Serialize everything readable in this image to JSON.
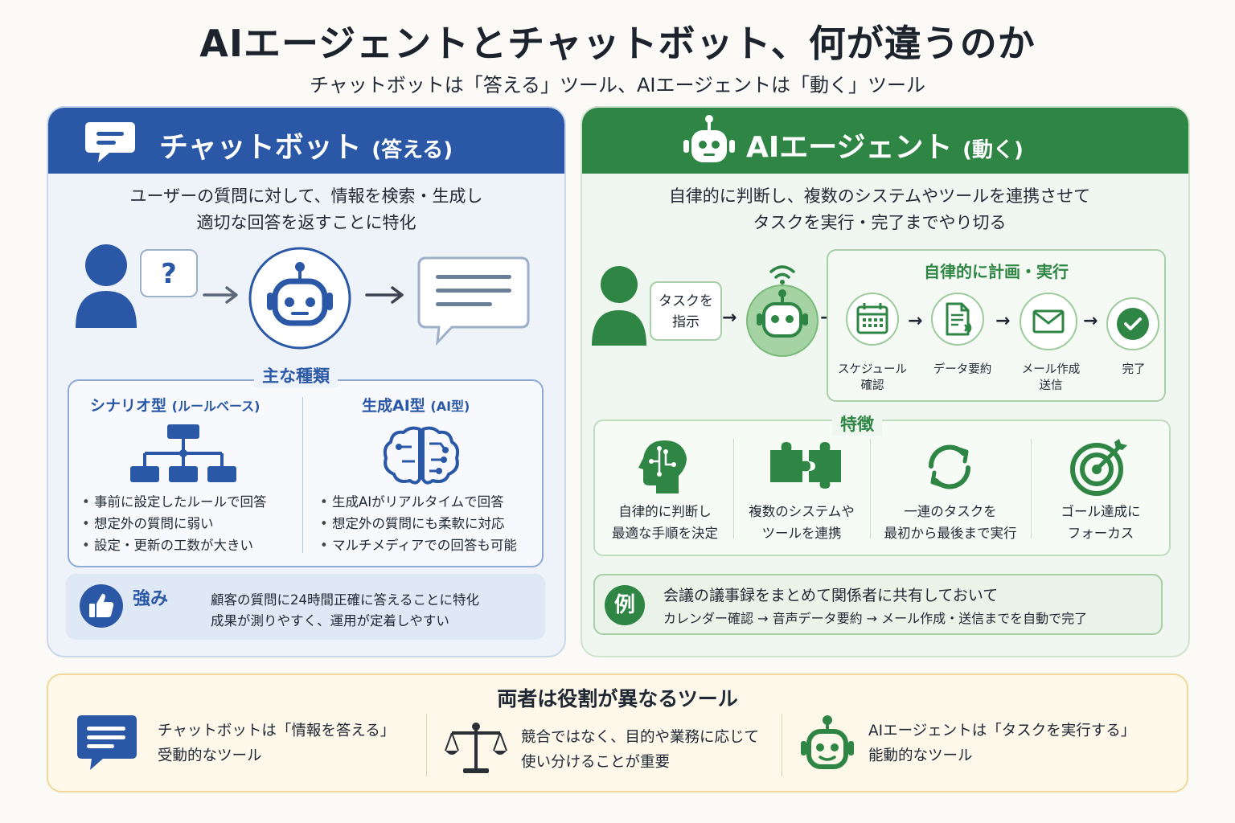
{
  "header": {
    "title": "AIエージェントとチャットボット、何が違うのか",
    "subtitle": "チャットボットは「答える」ツール、AIエージェントは「動く」ツール"
  },
  "chatbot": {
    "heading": "チャットボット",
    "heading_sub": "(答える)",
    "lead_line1": "ユーザーの質問に対して、情報を検索・生成し",
    "lead_line2": "適切な回答を返すことに特化",
    "question_mark": "?",
    "types_label": "主な種類",
    "scenario": {
      "title": "シナリオ型",
      "title_sub": "(ルールベース)",
      "bullets": [
        "事前に設定したルールで回答",
        "想定外の質問に弱い",
        "設定・更新の工数が大きい"
      ]
    },
    "generative": {
      "title": "生成AI型",
      "title_sub": "(AI型)",
      "bullets": [
        "生成AIがリアルタイムで回答",
        "想定外の質問にも柔軟に対応",
        "マルチメディアでの回答も可能"
      ]
    },
    "strength": {
      "label": "強み",
      "line1": "顧客の質問に24時間正確に答えることに特化",
      "line2": "成果が測りやすく、運用が定着しやすい"
    }
  },
  "agent": {
    "heading": "AIエージェント",
    "heading_sub": "(動く)",
    "lead_line1": "自律的に判断し、複数のシステムやツールを連携させて",
    "lead_line2": "タスクを実行・完了までやり切る",
    "instruct_line1": "タスクを",
    "instruct_line2": "指示",
    "plan_label": "自律的に計画・実行",
    "steps": [
      {
        "line1": "スケジュール",
        "line2": "確認"
      },
      {
        "line1": "データ要約",
        "line2": ""
      },
      {
        "line1": "メール作成",
        "line2": "送信"
      },
      {
        "line1": "完了",
        "line2": ""
      }
    ],
    "features_label": "特徴",
    "features": [
      {
        "line1": "自律的に判断し",
        "line2": "最適な手順を決定"
      },
      {
        "line1": "複数のシステムや",
        "line2": "ツールを連携"
      },
      {
        "line1": "一連のタスクを",
        "line2": "最初から最後まで実行"
      },
      {
        "line1": "ゴール達成に",
        "line2": "フォーカス"
      }
    ],
    "example": {
      "badge": "例",
      "line1": "会議の議事録をまとめて関係者に共有しておいて",
      "line2": "カレンダー確認 → 音声データ要約 → メール作成・送信までを自動で完了"
    }
  },
  "summary": {
    "title": "両者は役割が異なるツール",
    "items": [
      {
        "line1": "チャットボットは「情報を答える」",
        "line2": "受動的なツール"
      },
      {
        "line1": "競合ではなく、目的や業務に応じて",
        "line2": "使い分けることが重要"
      },
      {
        "line1": "AIエージェントは「タスクを実行する」",
        "line2": "能動的なツール"
      }
    ]
  },
  "colors": {
    "blue": "#2b58a6",
    "green": "#2e8544",
    "gold": "#f0d79a"
  }
}
